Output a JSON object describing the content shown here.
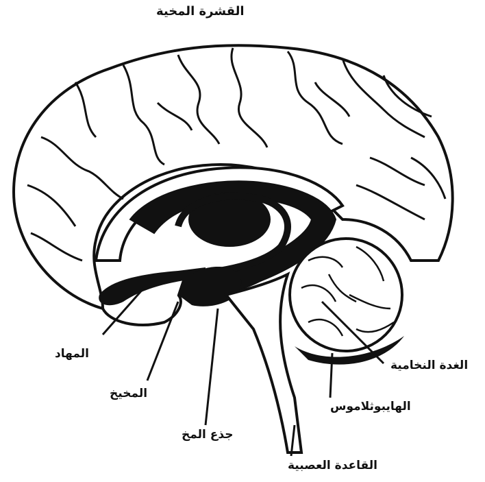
{
  "diagram": {
    "title": "القشرة المخية",
    "labels": {
      "hypothalamus": "المهاد",
      "thalamus": "المخيخ",
      "brainstem": "جذع المخ",
      "pineal": "الغدة النخامية",
      "hippocampus": "الهايبوثلاموس",
      "base": "القاعدة العصبية"
    },
    "colors": {
      "ink": "#111111",
      "paper": "#ffffff"
    }
  }
}
